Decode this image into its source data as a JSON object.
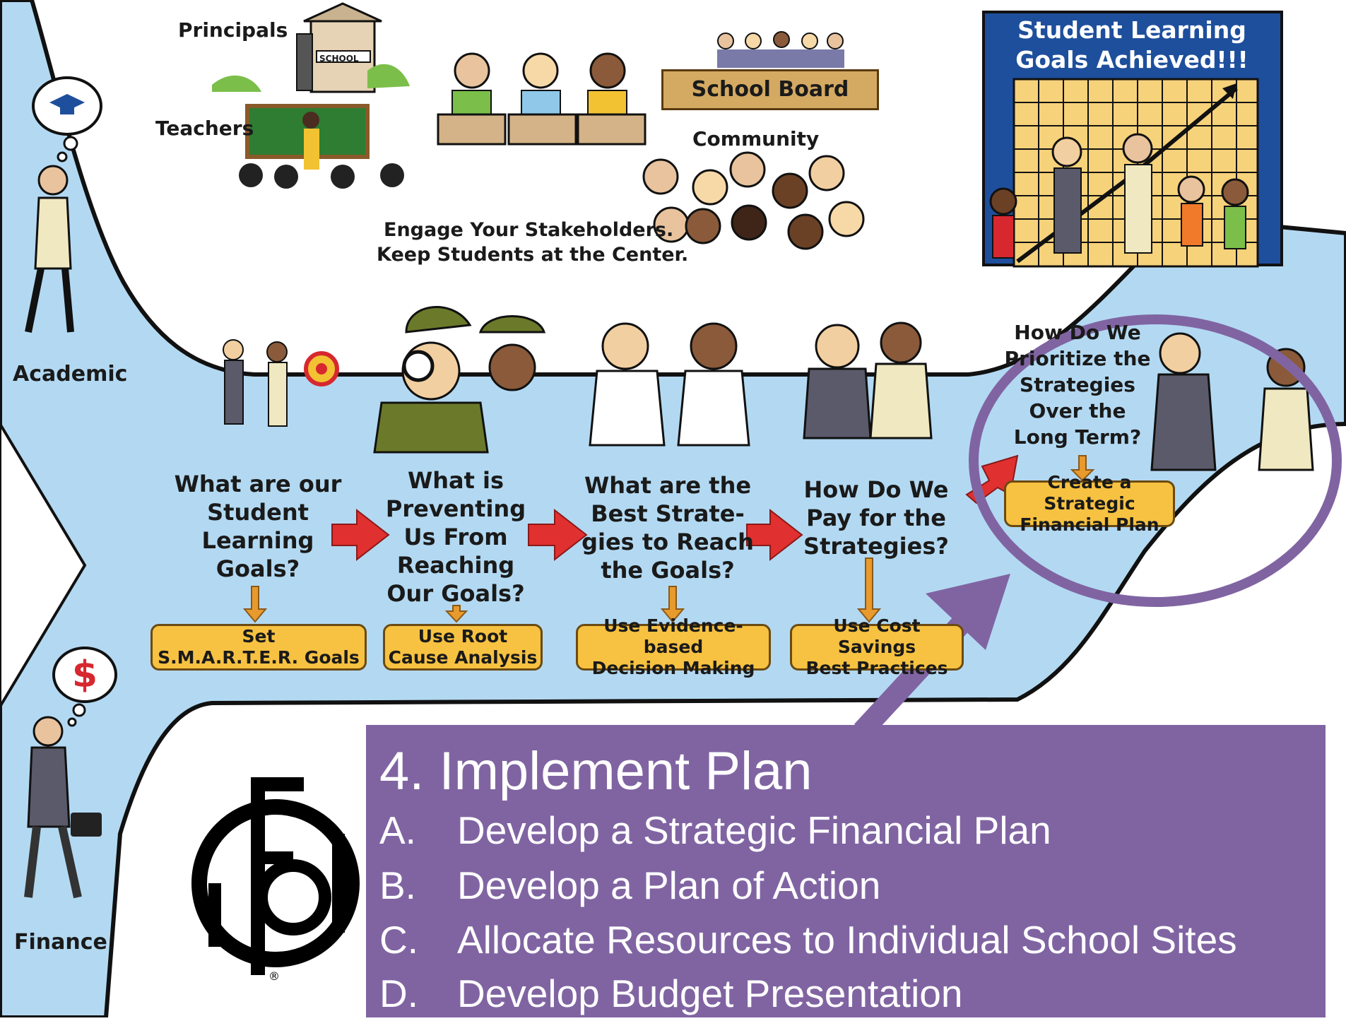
{
  "colors": {
    "road": "#b3d9f2",
    "banner": "#8064a2",
    "circle": "#8064a2",
    "box": "#f7c241",
    "arrow_red": "#e0302f",
    "arrow_orange": "#e89a2c",
    "board": "#1e4f9c"
  },
  "tracks": {
    "academic": "Academic",
    "finance": "Finance"
  },
  "stakeholders": {
    "principals": "Principals",
    "school_sign": "SCHOOL",
    "teachers": "Teachers",
    "school_board": "School Board",
    "community": "Community",
    "caption_line1": "Engage Your Stakeholders.",
    "caption_line2": "Keep Students at the Center."
  },
  "goal_panel": {
    "line1": "Student Learning",
    "line2": "Goals Achieved!!!"
  },
  "steps": [
    {
      "q": [
        "What are our",
        "Student",
        "Learning",
        "Goals?"
      ],
      "box": [
        "Set",
        "S.M.A.R.T.E.R. Goals"
      ]
    },
    {
      "q": [
        "What is",
        "Preventing",
        "Us From",
        "Reaching",
        "Our Goals?"
      ],
      "box": [
        "Use Root",
        "Cause Analysis"
      ]
    },
    {
      "q": [
        "What are the",
        "Best Strate-",
        "gies to Reach",
        "the Goals?"
      ],
      "box": [
        "Use Evidence-based",
        "Decision Making"
      ]
    },
    {
      "q": [
        "How Do We",
        "Pay for the",
        "Strategies?"
      ],
      "box": [
        "Use Cost Savings",
        "Best Practices"
      ]
    },
    {
      "q": [
        "How Do We",
        "Prioritize the",
        "Strategies",
        "Over the",
        "Long Term?"
      ],
      "box": [
        "Create a Strategic",
        "Financial Plan"
      ]
    }
  ],
  "banner": {
    "title": "4. Implement Plan",
    "items": [
      {
        "letter": "A.",
        "text": "Develop a Strategic Financial Plan"
      },
      {
        "letter": "B.",
        "text": "Develop a Plan of Action"
      },
      {
        "letter": "C.",
        "text": "Allocate Resources to Individual School Sites"
      },
      {
        "letter": "D.",
        "text": "Develop Budget Presentation"
      }
    ]
  },
  "logo": {
    "text": "GFOA",
    "mark": "®"
  },
  "icons": [
    "graduation-cap-icon",
    "dollar-sign-icon"
  ]
}
